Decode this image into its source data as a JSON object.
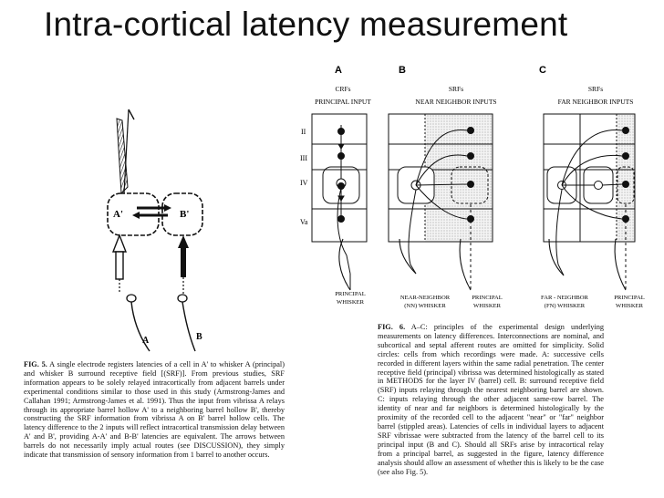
{
  "title": "Intra-cortical latency measurement",
  "fig5": {
    "barrel_a": "A'",
    "barrel_b": "B'",
    "whisker_a": "A",
    "whisker_b": "B",
    "caption_lead": "FIG. 5.",
    "caption": "A single electrode registers latencies of a cell in A' to whisker A (principal) and whisker B surround receptive field [(SRF)]. From previous studies, SRF information appears to be solely relayed intracortically from adjacent barrels under experimental conditions similar to those used in this study (Armstrong-James and Callahan 1991; Armstrong-James et al. 1991). Thus the input from vibrissa A relays through its appropriate barrel hollow A' to a neighboring barrel hollow B', thereby constructing the SRF information from vibrissa A on B' barrel hollow cells. The latency difference to the 2 inputs will reflect intracortical transmission delay between A' and B', providing A-A' and B-B' latencies are equivalent. The arrows between barrels do not necessarily imply actual routes (see DISCUSSION), they simply indicate that transmission of sensory information from 1 barrel to another occurs."
  },
  "fig6": {
    "panels": [
      {
        "letter": "A",
        "line1": "CRFs",
        "line2": "PRINCIPAL INPUT"
      },
      {
        "letter": "B",
        "line1": "SRFs",
        "line2": "NEAR NEIGHBOR INPUTS"
      },
      {
        "letter": "C",
        "line1": "SRFs",
        "line2": "FAR NEIGHBOR INPUTS"
      }
    ],
    "layers": [
      "II",
      "III",
      "IV",
      "Va"
    ],
    "whiskers": {
      "a": [
        "PRINCIPAL",
        "WHISKER"
      ],
      "b_left": [
        "NEAR-NEIGHBOR",
        "(NN) WHISKER"
      ],
      "b_right": [
        "PRINCIPAL",
        "WHISKER"
      ],
      "c_left": [
        "FAR - NEIGHBOR",
        "(FN) WHISKER"
      ],
      "c_right": [
        "PRINCIPAL",
        "WHISKER"
      ]
    },
    "caption_lead": "FIG. 6.",
    "caption": "A–C: principles of the experimental design underlying measurements on latency differences. Interconnections are nominal, and subcortical and septal afferent routes are omitted for simplicity. Solid circles: cells from which recordings were made. A: successive cells recorded in different layers within the same radial penetration. The center receptive field (principal) vibrissa was determined histologically as stated in METHODS for the layer IV (barrel) cell. B: surround receptive field (SRF) inputs relaying through the nearest neighboring barrel are shown. C: inputs relaying through the other adjacent same-row barrel. The identity of near and far neighbors is determined histologically by the proximity of the recorded cell to the adjacent \"near\" or \"far\" neighbor barrel (stippled areas). Latencies of cells in individual layers to adjacent SRF vibrissae were subtracted from the latency of the barrel cell to its principal input (B and C). Should all SRFs arise by intracortical relay from a principal barrel, as suggested in the figure, latency difference analysis should allow an assessment of whether this is likely to be the case (see also Fig. 5)."
  }
}
